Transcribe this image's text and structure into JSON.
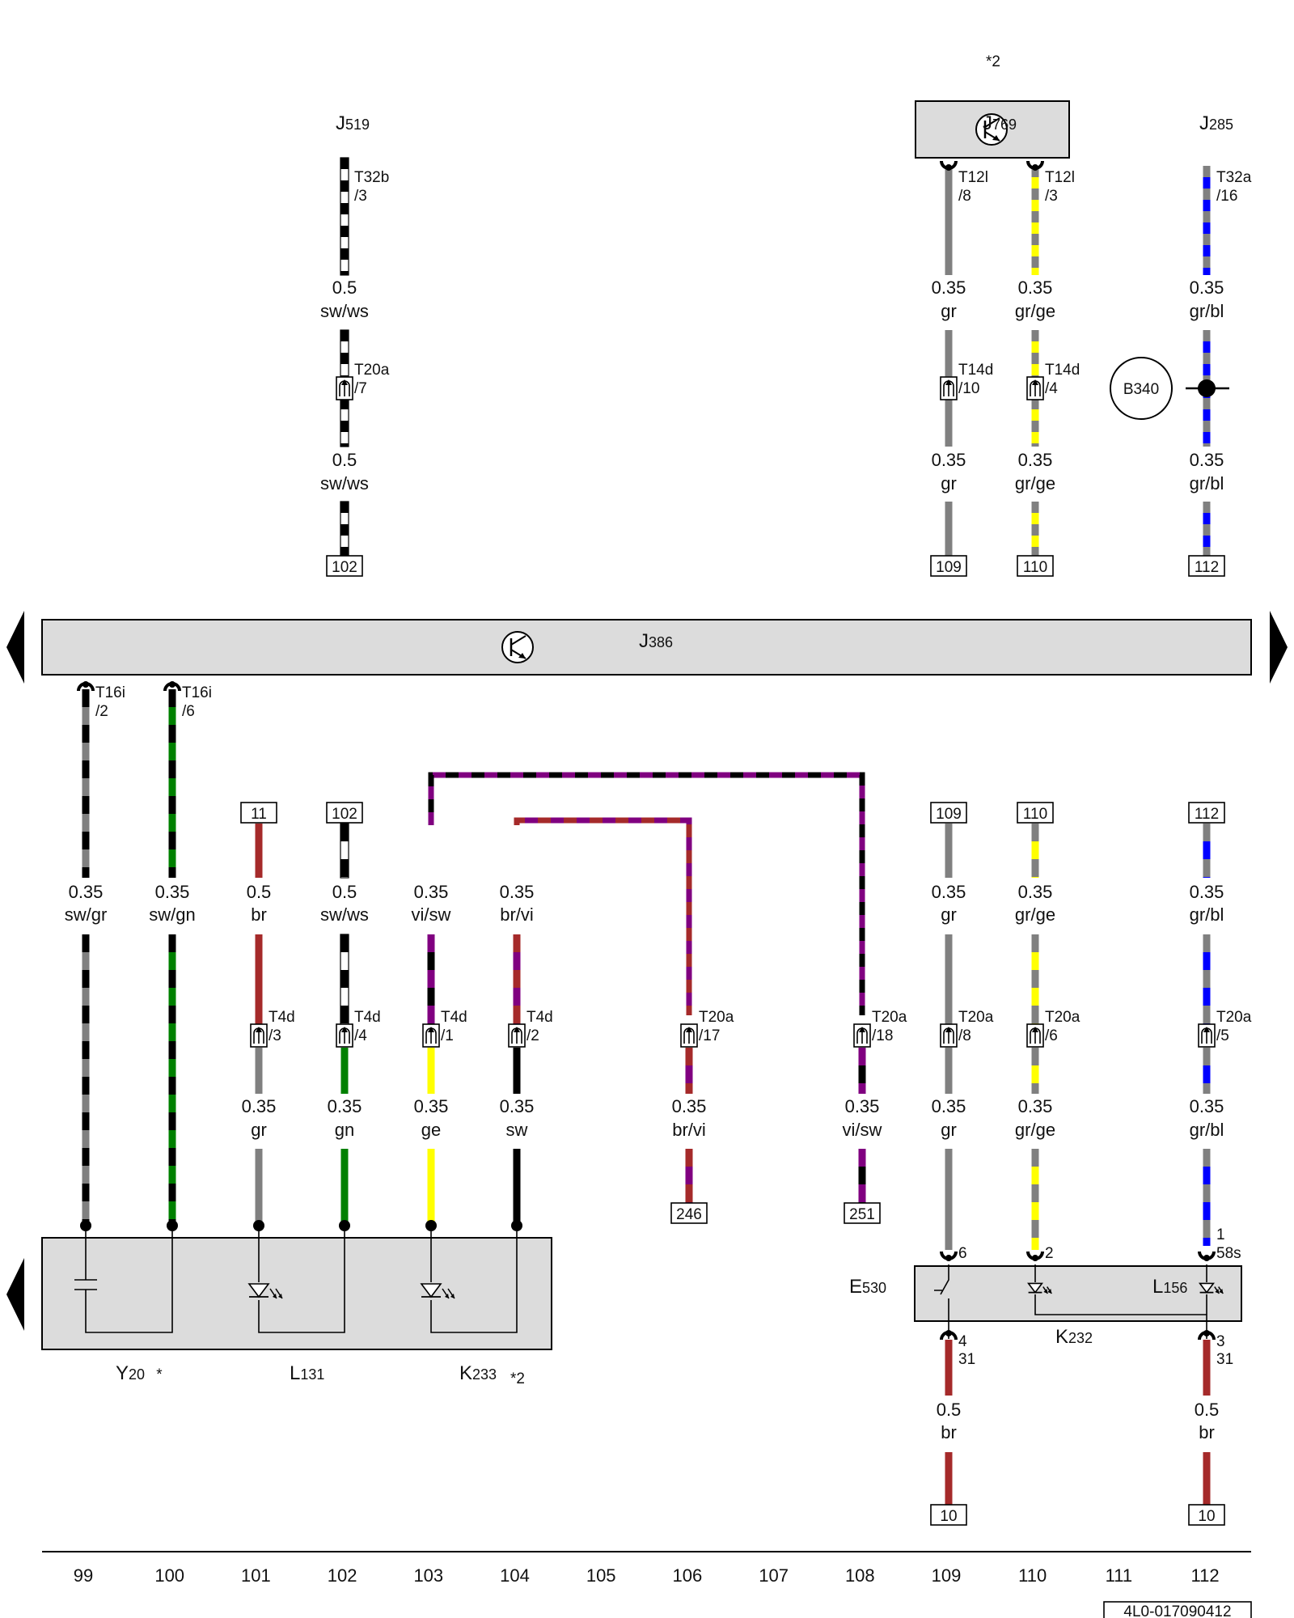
{
  "diagram": {
    "colors": {
      "sw": "#000000",
      "ws": "#ffffff",
      "gr": "#808080",
      "ge": "#ffff00",
      "bl": "#0000ff",
      "gn": "#008000",
      "br": "#a52a2a",
      "vi": "#800080",
      "housing": "#dcdcdc"
    },
    "top_components": {
      "j519": {
        "letter": "J",
        "sub": "519"
      },
      "j769": {
        "letter": "J",
        "sub": "769",
        "note": "*2"
      },
      "j285": {
        "letter": "J",
        "sub": "285"
      },
      "b340": "B340"
    },
    "bus": {
      "letter": "J",
      "sub": "386"
    },
    "top_wires": [
      {
        "id": "w102t",
        "conn1": "T32b",
        "pin1": "/3",
        "size1": "0.5",
        "color1": "sw/ws",
        "conn2": "T20a",
        "pin2": "/7",
        "size2": "0.5",
        "color2": "sw/ws",
        "ref": "102"
      },
      {
        "id": "w109t",
        "conn1": "T12l",
        "pin1": "/8",
        "size1": "0.35",
        "color1": "gr",
        "conn2": "T14d",
        "pin2": "/10",
        "size2": "0.35",
        "color2": "gr",
        "ref": "109"
      },
      {
        "id": "w110t",
        "conn1": "T12l",
        "pin1": "/3",
        "size1": "0.35",
        "color1": "gr/ge",
        "conn2": "T14d",
        "pin2": "/4",
        "size2": "0.35",
        "color2": "gr/ge",
        "ref": "110"
      },
      {
        "id": "w112t",
        "conn1": "T32a",
        "pin1": "/16",
        "size1": "0.35",
        "color1": "gr/bl",
        "size2": "0.35",
        "color2": "gr/bl",
        "ref": "112"
      }
    ],
    "bus_pins": [
      {
        "conn": "T16i",
        "pin": "/2"
      },
      {
        "conn": "T16i",
        "pin": "/6"
      }
    ],
    "bottom_wires": [
      {
        "id": "c99",
        "size": "0.35",
        "color": "sw/gr"
      },
      {
        "id": "c100",
        "size": "0.35",
        "color": "sw/gn"
      },
      {
        "id": "c101",
        "ref_top": "11",
        "size1": "0.5",
        "color1": "br",
        "conn": "T4d",
        "pin": "/3",
        "size2": "0.35",
        "color2": "gr"
      },
      {
        "id": "c102",
        "ref_top": "102",
        "size1": "0.5",
        "color1": "sw/ws",
        "conn": "T4d",
        "pin": "/4",
        "size2": "0.35",
        "color2": "gn"
      },
      {
        "id": "c103",
        "size1": "0.35",
        "color1": "vi/sw",
        "conn": "T4d",
        "pin": "/1",
        "size2": "0.35",
        "color2": "ge"
      },
      {
        "id": "c104",
        "size1": "0.35",
        "color1": "br/vi",
        "conn": "T4d",
        "pin": "/2",
        "size2": "0.35",
        "color2": "sw"
      },
      {
        "id": "c106",
        "conn": "T20a",
        "pin": "/17",
        "size2": "0.35",
        "color2": "br/vi",
        "ref_bottom": "246"
      },
      {
        "id": "c108",
        "conn": "T20a",
        "pin": "/18",
        "size2": "0.35",
        "color2": "vi/sw",
        "ref_bottom": "251"
      },
      {
        "id": "c109",
        "ref_top": "109",
        "size1": "0.35",
        "color1": "gr",
        "conn": "T20a",
        "pin": "/8",
        "size2": "0.35",
        "color2": "gr"
      },
      {
        "id": "c110",
        "ref_top": "110",
        "size1": "0.35",
        "color1": "gr/ge",
        "conn": "T20a",
        "pin": "/6",
        "size2": "0.35",
        "color2": "gr/ge"
      },
      {
        "id": "c112",
        "ref_top": "112",
        "size1": "0.35",
        "color1": "gr/bl",
        "conn": "T20a",
        "pin": "/5",
        "size2": "0.35",
        "color2": "gr/bl"
      }
    ],
    "bottom_components": {
      "y20": {
        "letter": "Y",
        "sub": "20",
        "note": "*"
      },
      "l131": {
        "letter": "L",
        "sub": "131"
      },
      "k233": {
        "letter": "K",
        "sub": "233",
        "note": "*2"
      },
      "e530": {
        "letter": "E",
        "sub": "530"
      },
      "l156": {
        "letter": "L",
        "sub": "156"
      },
      "k232": {
        "letter": "K",
        "sub": "232"
      }
    },
    "e530_pins": {
      "p109": "6",
      "p110": "2",
      "p112_a": "1",
      "p112_b": "58s",
      "g109_a": "4",
      "g109_b": "31",
      "g112_a": "3",
      "g112_b": "31"
    },
    "ground_wires": [
      {
        "size": "0.5",
        "color": "br",
        "ref": "10"
      },
      {
        "size": "0.5",
        "color": "br",
        "ref": "10"
      }
    ],
    "columns": [
      "99",
      "100",
      "101",
      "102",
      "103",
      "104",
      "105",
      "106",
      "107",
      "108",
      "109",
      "110",
      "111",
      "112"
    ],
    "drawing_id": "4L0-017090412"
  }
}
